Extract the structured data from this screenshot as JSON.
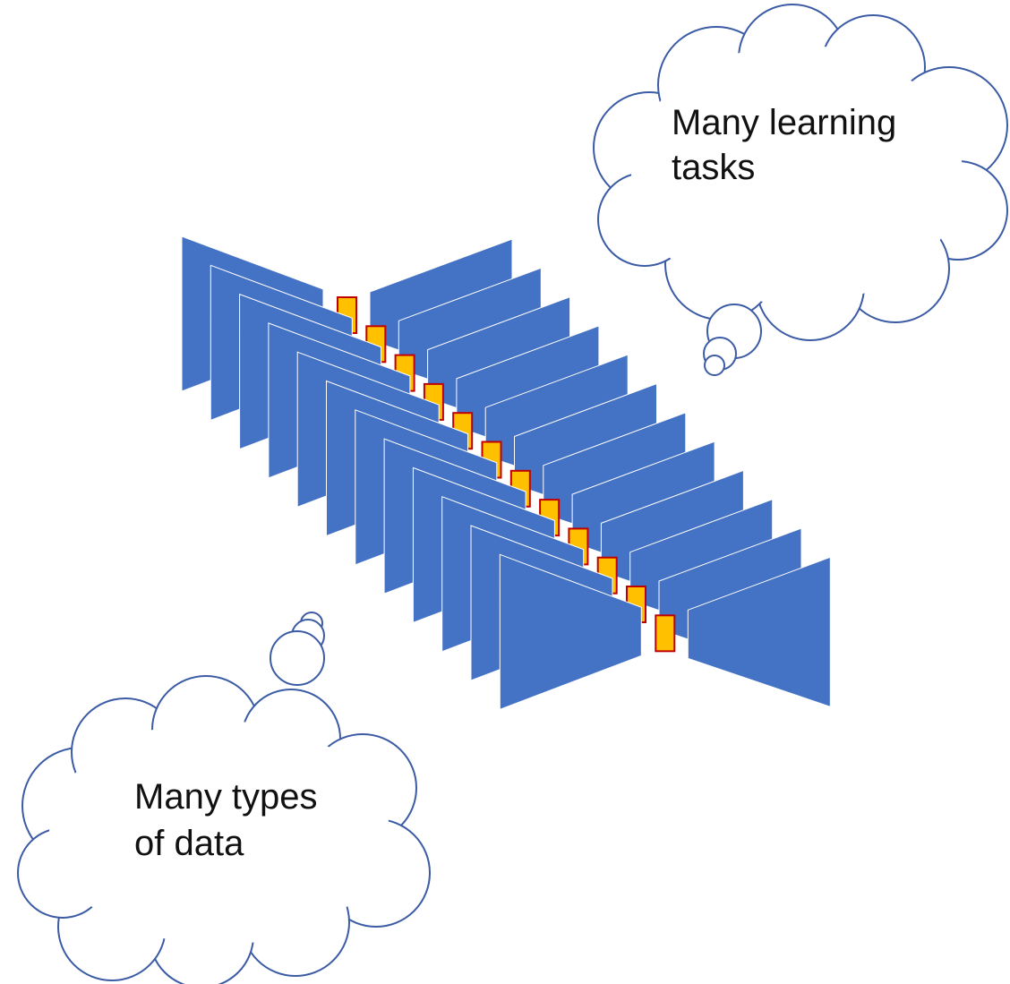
{
  "diagram": {
    "autoencoder_count": 12,
    "colors": {
      "network_blue": "#4472c4",
      "latent_fill": "#ffc000",
      "latent_border": "#c00000",
      "cloud_outline": "#3b5ba5"
    }
  },
  "clouds": {
    "tasks": {
      "lines": [
        "Many learning",
        "tasks"
      ]
    },
    "data": {
      "lines": [
        "Many types",
        "of data"
      ]
    }
  }
}
